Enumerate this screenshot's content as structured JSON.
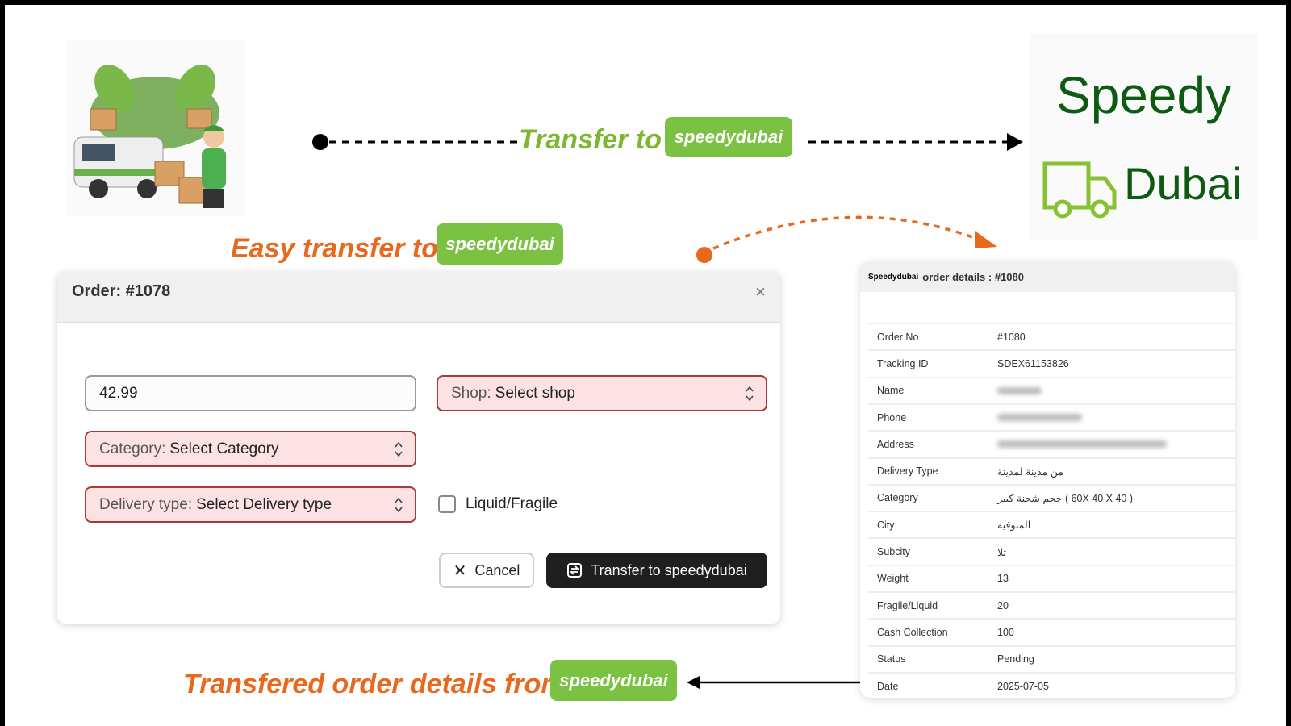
{
  "promo": {
    "transfer_to": "Transfer to",
    "brand_badge": "speedydubai",
    "easy_transfer": "Easy  transfer to",
    "transferred_details": "Transfered order details from"
  },
  "logo": {
    "line1": "Speedy",
    "line2": "Dubai"
  },
  "colors": {
    "brand_green": "#7cc242",
    "logo_green": "#0d5a12",
    "accent_orange": "#e8681e",
    "error_red": "#a93a3a"
  },
  "modal": {
    "title": "Order: #1078",
    "close_icon": "×",
    "amount_value": "42.99",
    "shop": {
      "label": "Shop:",
      "value": "Select shop"
    },
    "category": {
      "label": "Category:",
      "value": "Select Category"
    },
    "delivery_type": {
      "label": "Delivery type:",
      "value": "Select Delivery type"
    },
    "liquid_fragile_label": "Liquid/Fragile",
    "liquid_fragile_checked": false,
    "cancel_label": "Cancel",
    "transfer_label": "Transfer to speedydubai"
  },
  "details": {
    "brand": "Speedydubai",
    "title": "order details : #1080",
    "rows": [
      {
        "key": "Order No",
        "value": "#1080"
      },
      {
        "key": "Tracking ID",
        "value": "SDEX61153826"
      },
      {
        "key": "Name",
        "value": null
      },
      {
        "key": "Phone",
        "value": null
      },
      {
        "key": "Address",
        "value": null
      },
      {
        "key": "Delivery Type",
        "value": "من مدينة لمدينة"
      },
      {
        "key": "Category",
        "value": "حجم شحنة كبير ( 60X 40 X 40 )"
      },
      {
        "key": "City",
        "value": "المنوفيه"
      },
      {
        "key": "Subcity",
        "value": "تلا"
      },
      {
        "key": "Weight",
        "value": "13"
      },
      {
        "key": "Fragile/Liquid",
        "value": "20"
      },
      {
        "key": "Cash Collection",
        "value": "100"
      },
      {
        "key": "Status",
        "value": "Pending"
      },
      {
        "key": "Date",
        "value": "2025-07-05"
      }
    ]
  }
}
